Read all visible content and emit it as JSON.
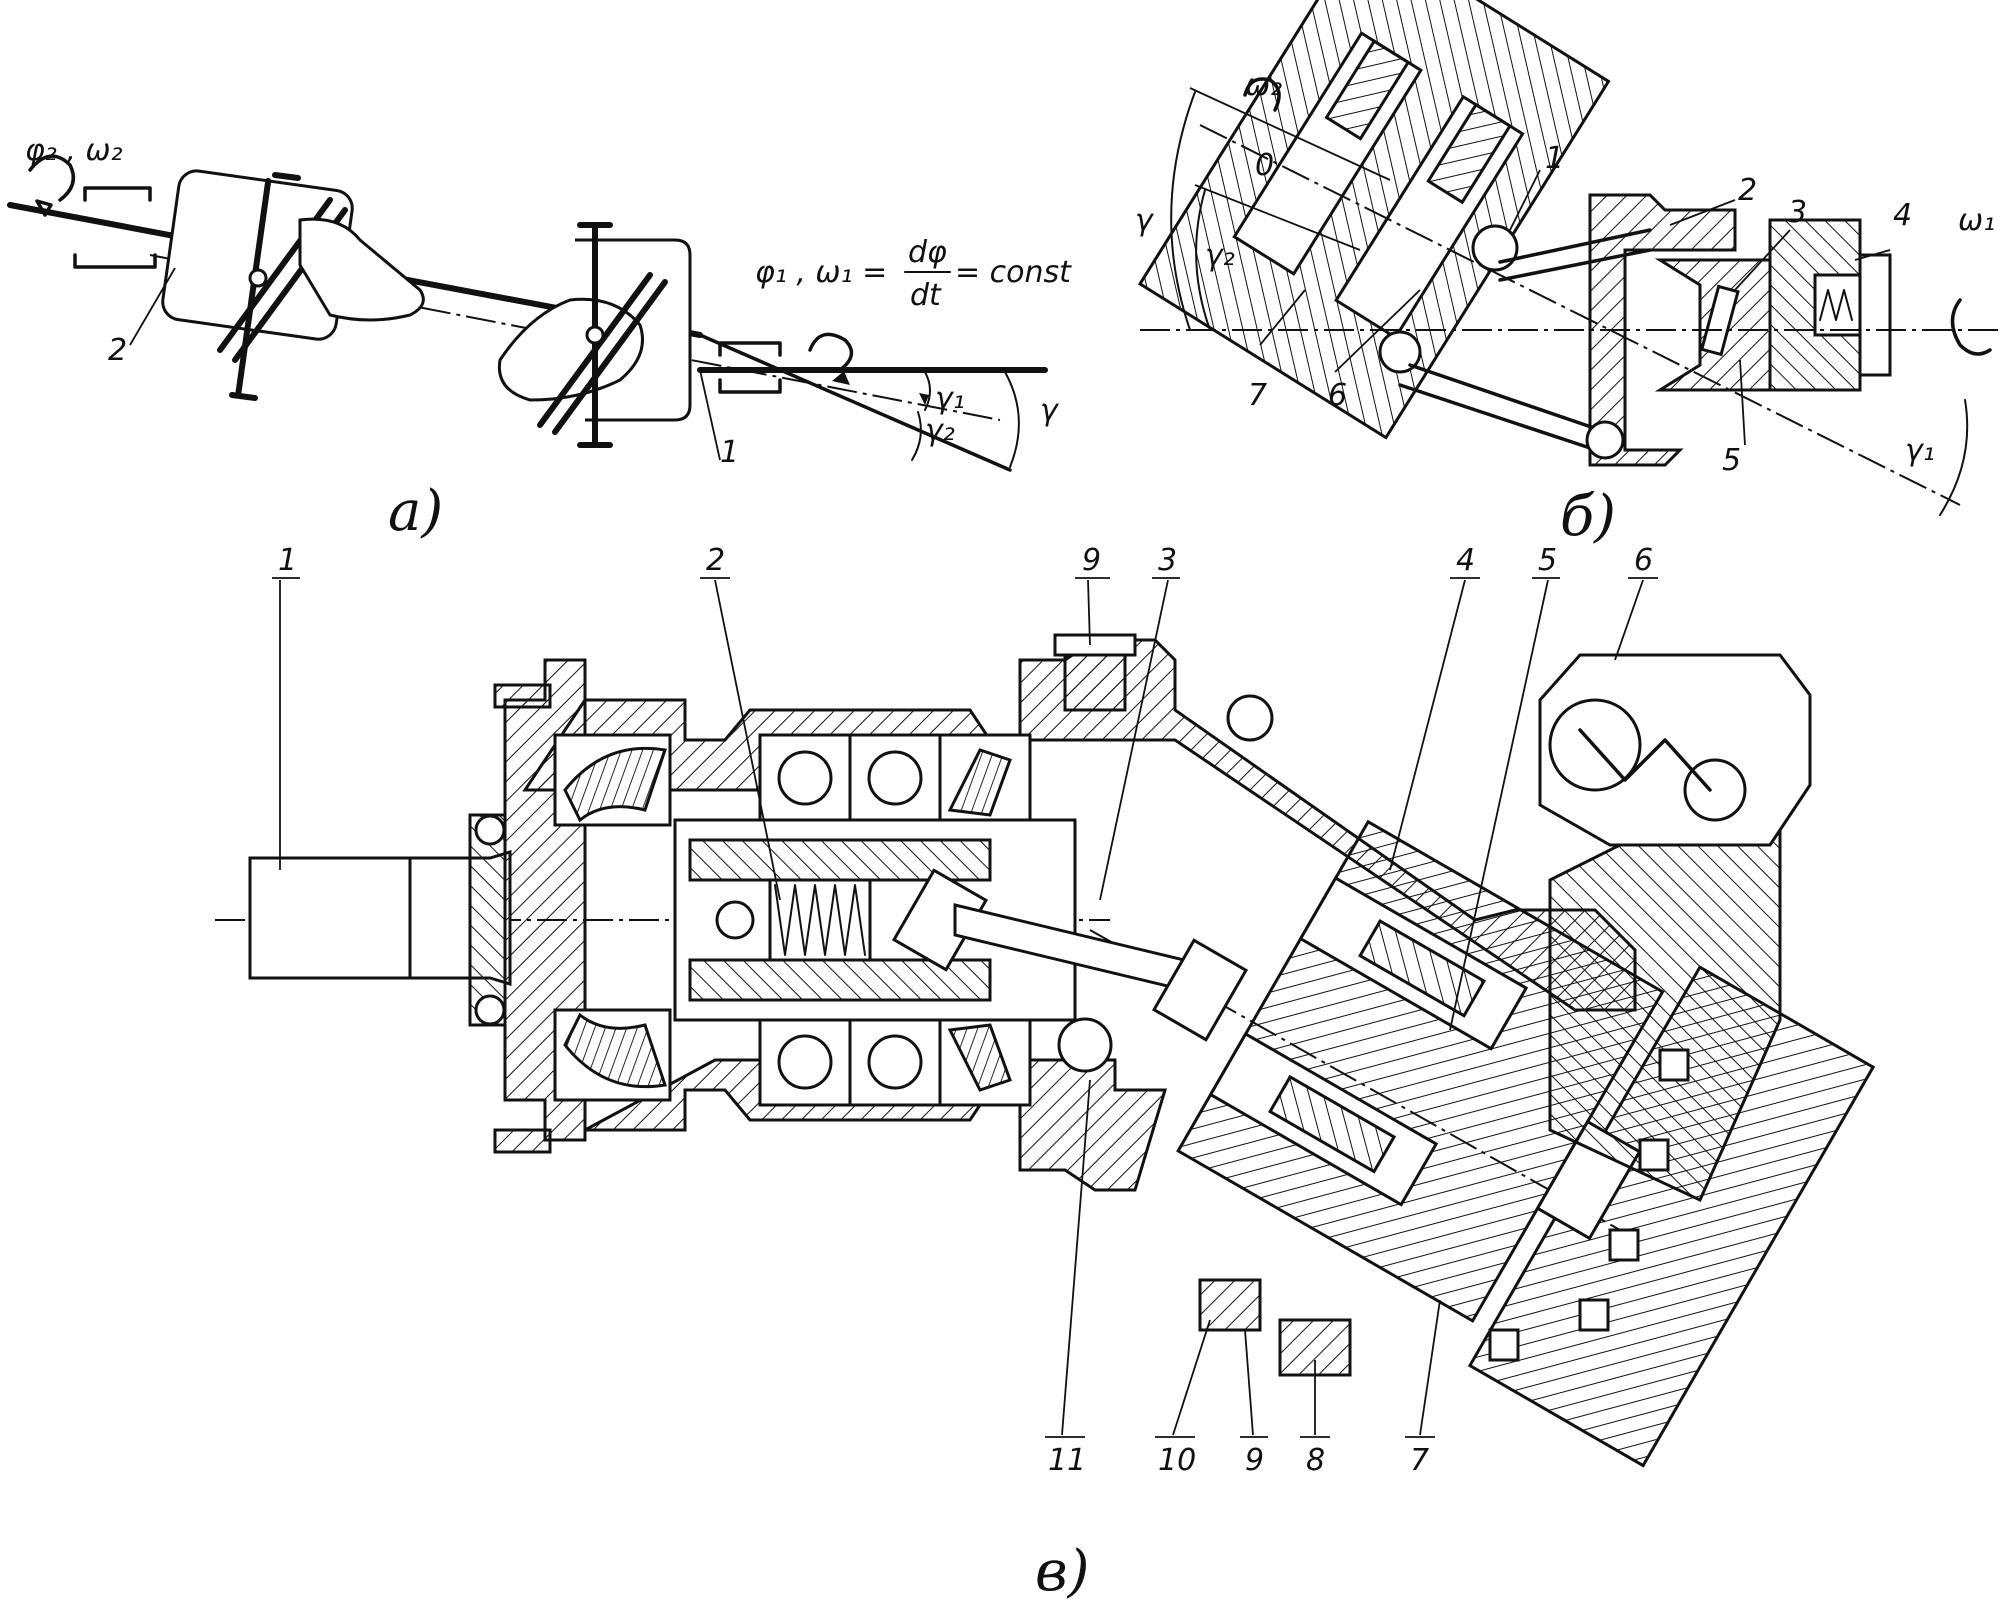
{
  "panel_a": {
    "caption": "а)",
    "label_left": "φ₂ , ω₂",
    "label_right_lhs": "φ₁ , ω₁ =",
    "label_right_num": "dφ",
    "label_right_den": "dt",
    "label_right_rhs": "= const",
    "part_2": "2",
    "part_1": "1",
    "angle_g1": "γ₁",
    "angle_g2": "γ₂",
    "angle_g": "γ"
  },
  "panel_b": {
    "caption": "б)",
    "omega2": "ω₂",
    "omega1": "ω₁",
    "origin": "0",
    "angle_g": "γ",
    "angle_g2": "γ₂",
    "angle_g1": "γ₁",
    "parts": [
      "1",
      "2",
      "3",
      "4",
      "5",
      "6",
      "7"
    ]
  },
  "panel_v": {
    "caption": "в)",
    "top_labels": [
      "1",
      "2",
      "9",
      "3",
      "4",
      "5",
      "6"
    ],
    "bottom_labels": [
      "11",
      "10",
      "9",
      "8",
      "7"
    ]
  }
}
